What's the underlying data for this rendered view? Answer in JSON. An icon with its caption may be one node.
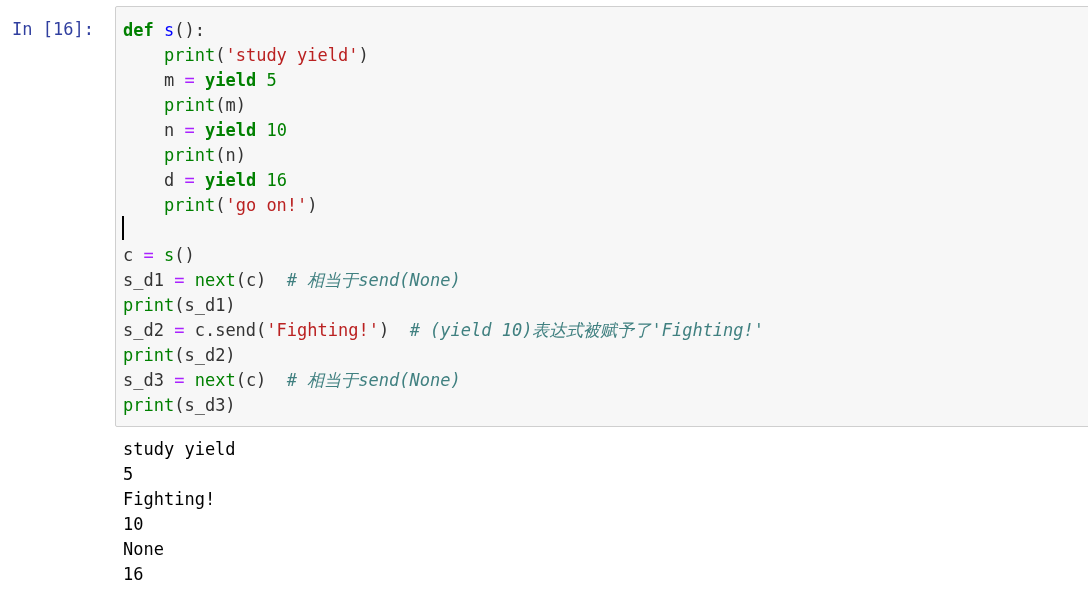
{
  "diagram": {
    "nodes": [
      {
        "text": [
          "def s():",
          "print('study yield')",
          "m = yield 5",
          "print(m)",
          "n = yield 10",
          "print(n)",
          "d = yield 16",
          "print('go on!')",
          "c = s()",
          "s_d1 = next(c)  # 相当于send(None)",
          "print(s_d1)",
          "s_d2 = c.send('Fighting!')  # (yield 10)表达式被赋予了'Fighting!'",
          "print(s_d2)",
          "s_d3 = next(c)  # 相当于send(None)",
          "print(s_d3)"
        ]
      }
    ],
    "labels": [
      "In [16]:",
      "study yield",
      "5",
      "Fighting!",
      "10",
      "None",
      "16"
    ]
  }
}
